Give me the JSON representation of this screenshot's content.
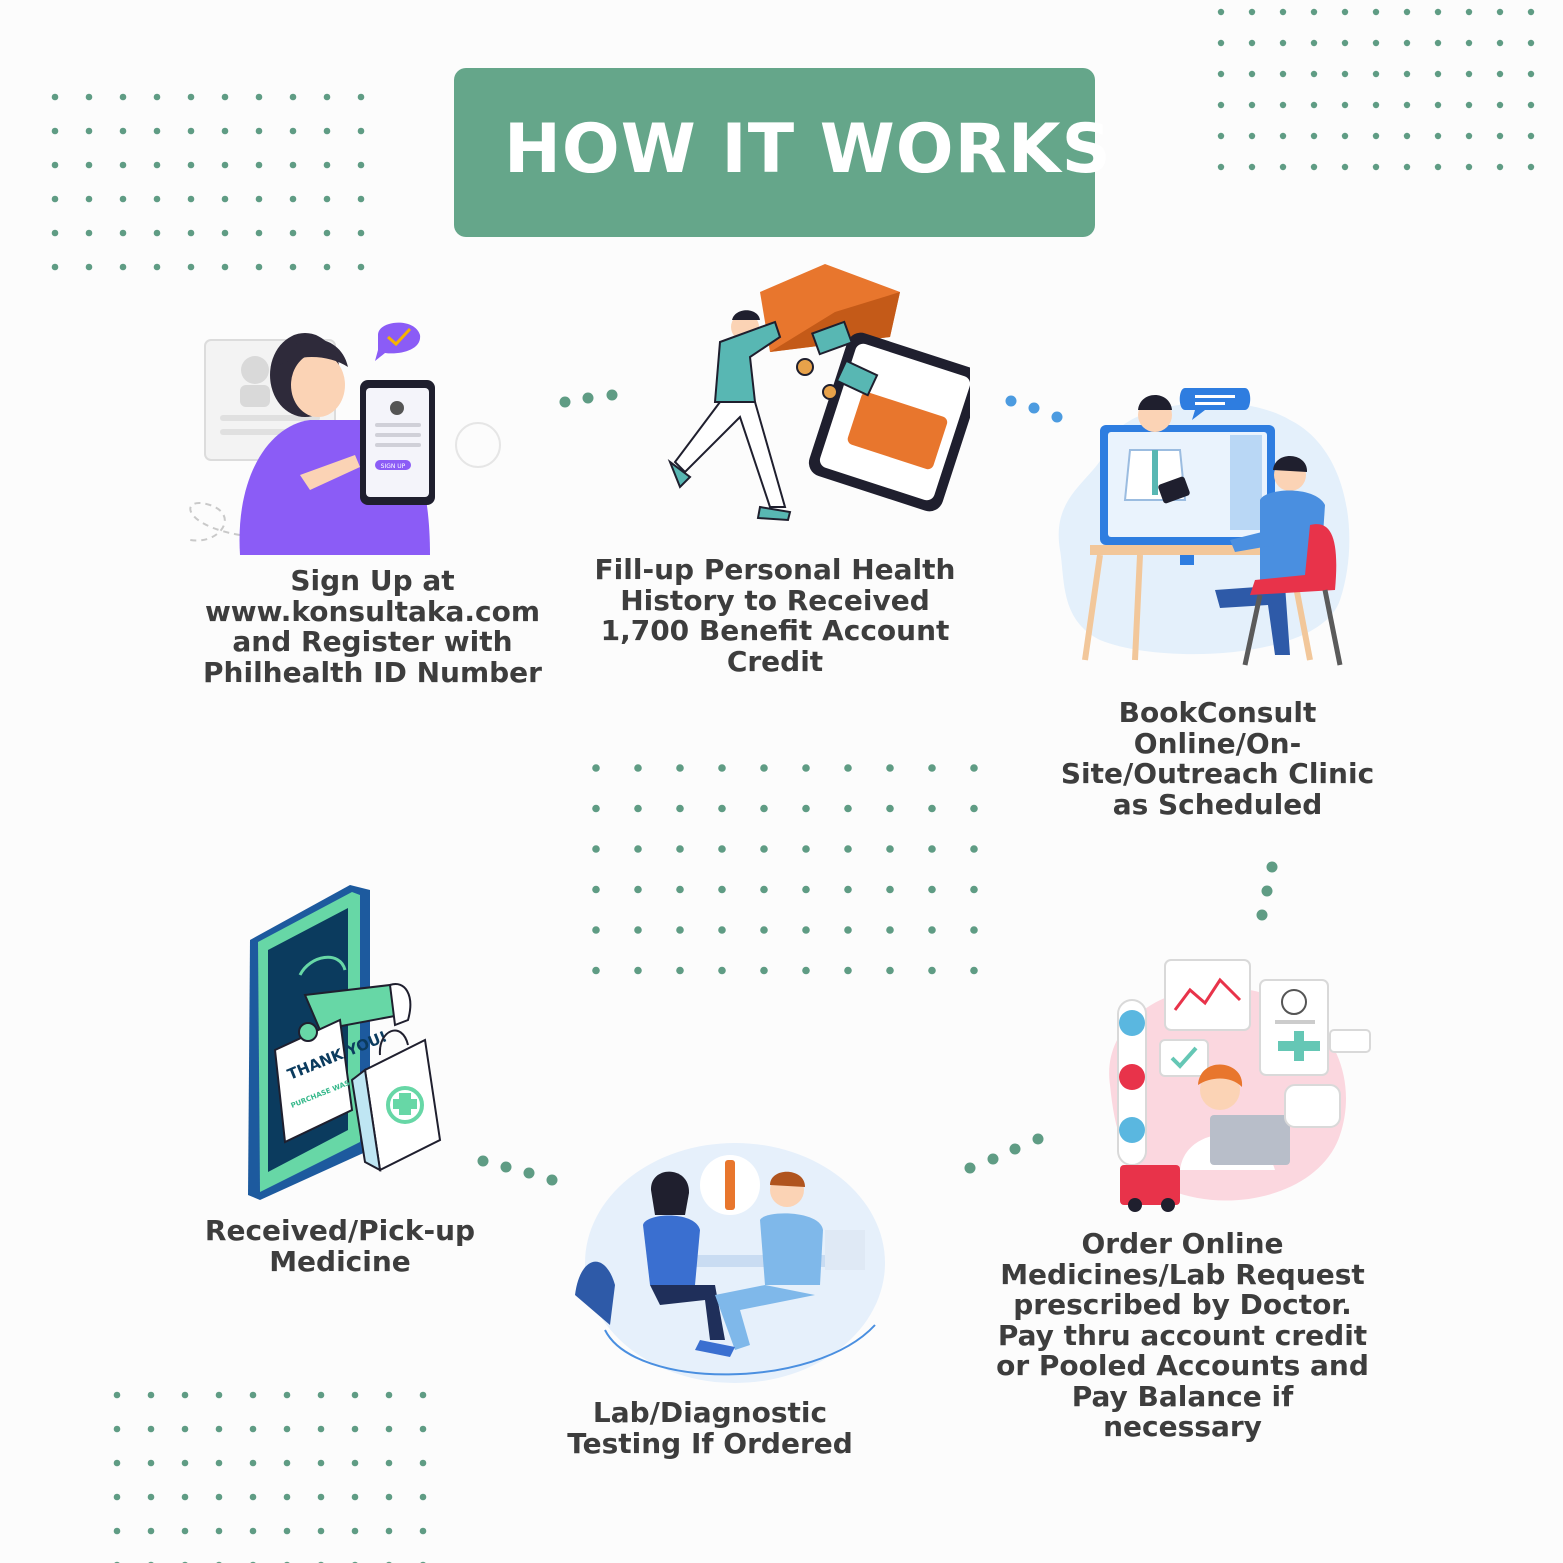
{
  "title": "HOW IT WORKS",
  "steps": [
    {
      "id": 1,
      "label": "Sign Up at www.konsultaka.com and Register with Philhealth ID Number",
      "illustration": "signup-phone-illustration"
    },
    {
      "id": 2,
      "label": "Fill-up Personal Health History to Received 1,700 Benefit Account Credit",
      "illustration": "wallet-credit-illustration"
    },
    {
      "id": 3,
      "label": "BookConsult Online/On-Site/Outreach Clinic as Scheduled",
      "illustration": "online-consult-illustration"
    },
    {
      "id": 4,
      "label": "Order Online Medicines/Lab Request prescribed by Doctor. Pay thru account credit or Pooled Accounts and Pay Balance if necessary",
      "illustration": "online-order-illustration"
    },
    {
      "id": 5,
      "label": "Lab/Diagnostic Testing If Ordered",
      "illustration": "lab-testing-illustration"
    },
    {
      "id": 6,
      "label": "Received/Pick-up Medicine",
      "illustration": "medicine-pickup-illustration"
    }
  ],
  "illustration_text": {
    "signup_button": "SIGN UP",
    "thank_you": "THANK YOU!",
    "purchase_note": "PURCHASE WAS SUCCESSFUL!"
  },
  "colors": {
    "accent_green": "#65a68a",
    "dot_green": "#5f9c84",
    "text_dark": "#3d3d3d",
    "connector_blue": "#4c9be0"
  }
}
